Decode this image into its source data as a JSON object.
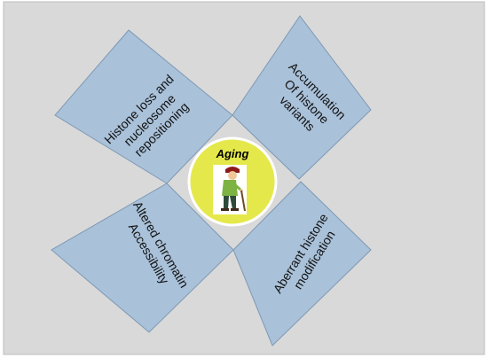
{
  "center": {
    "label": "Aging",
    "icon": "elderly-person-with-cane-icon",
    "fill_color": "#e5e84a"
  },
  "petals": [
    {
      "id": "top-left",
      "lines": [
        "Histone loss and",
        "nucleosome",
        "repositioning"
      ]
    },
    {
      "id": "top-right",
      "lines": [
        "Accumulation",
        "Of histone",
        "variants"
      ]
    },
    {
      "id": "bottom-left",
      "lines": [
        "Altered chromatin",
        "Accessibility"
      ]
    },
    {
      "id": "bottom-right",
      "lines": [
        "Aberrant histone",
        "modification"
      ]
    }
  ],
  "colors": {
    "background": "#d9d9d9",
    "petal": "#a9c1d9",
    "petal_border": "#7f99b4"
  }
}
